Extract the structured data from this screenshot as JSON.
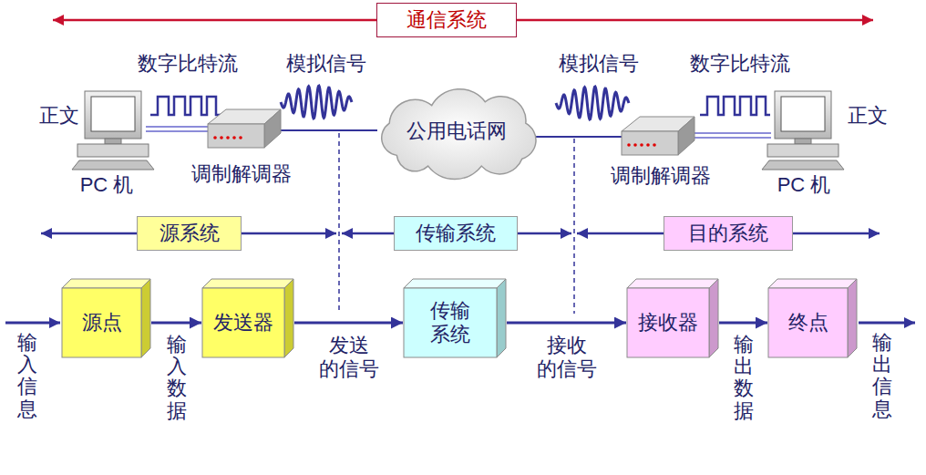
{
  "diagram": {
    "nodes": [
      {
        "text": [
          "通信系统"
        ]
      },
      {
        "text": [
          "公用电话网"
        ]
      },
      {
        "text": [
          "源系统"
        ]
      },
      {
        "text": [
          "传输系统"
        ]
      },
      {
        "text": [
          "目的系统"
        ]
      },
      {
        "text": [
          "源点"
        ]
      },
      {
        "text": [
          "发送器"
        ]
      },
      {
        "text": [
          "传输 系统"
        ]
      },
      {
        "text": [
          "接收器"
        ]
      },
      {
        "text": [
          "终点"
        ]
      }
    ],
    "edges": [
      {
        "from": 5,
        "to": 6,
        "arrow": "to",
        "label": "输入数据"
      },
      {
        "from": 6,
        "to": 7,
        "arrow": "to",
        "label": "发送 的信号"
      },
      {
        "from": 7,
        "to": 8,
        "arrow": "to",
        "label": "接收 的信号"
      },
      {
        "from": 8,
        "to": 9,
        "arrow": "to",
        "label": "输出数据"
      }
    ],
    "labels": [
      "数字比特流",
      "模拟信号",
      "模拟信号",
      "数字比特流",
      "正文",
      "正文",
      "PC 机",
      "调制解调器",
      "调制解调器",
      "PC 机",
      "输入信息",
      "输出信息"
    ]
  }
}
